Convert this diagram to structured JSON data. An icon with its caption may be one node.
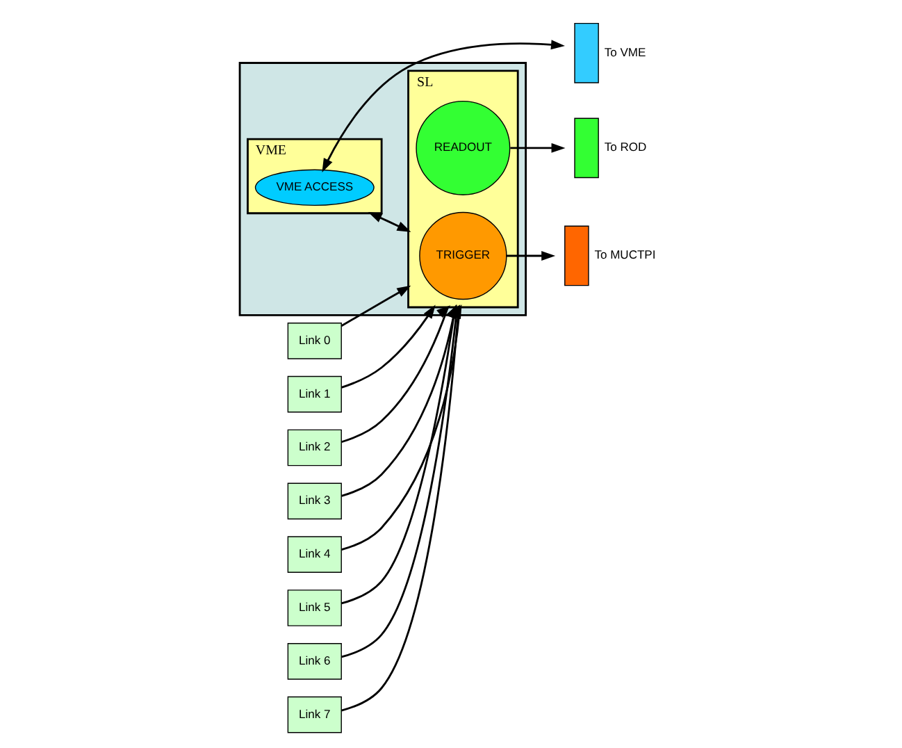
{
  "diagram": {
    "nodes": [
      {
        "text": [],
        "shape": "box"
      },
      {
        "text": [
          "VME"
        ],
        "in": 0
      },
      {
        "text": [
          "VME ACCESS"
        ],
        "in": 1
      },
      {
        "text": [
          "SL"
        ],
        "in": 0
      },
      {
        "text": [
          "READOUT"
        ],
        "in": 3
      },
      {
        "text": [
          "TRIGGER"
        ],
        "in": 3
      },
      {
        "text": [
          "Link 0"
        ]
      },
      {
        "text": [
          "Link 1"
        ]
      },
      {
        "text": [
          "Link 2"
        ]
      },
      {
        "text": [
          "Link 3"
        ]
      },
      {
        "text": [
          "Link 4"
        ]
      },
      {
        "text": [
          "Link 5"
        ]
      },
      {
        "text": [
          "Link 6"
        ]
      },
      {
        "text": [
          "Link 7"
        ]
      },
      {
        "text": [],
        "shape": "bar",
        "beside": [
          "To VME"
        ]
      },
      {
        "text": [],
        "shape": "bar",
        "beside": [
          "To ROD"
        ]
      },
      {
        "text": [],
        "shape": "bar",
        "beside": [
          "To MUCTPI"
        ]
      }
    ],
    "edges": [
      {
        "from": 6,
        "to": 3,
        "arrow": "to"
      },
      {
        "from": 7,
        "to": 3,
        "arrow": "to"
      },
      {
        "from": 8,
        "to": 3,
        "arrow": "to"
      },
      {
        "from": 9,
        "to": 3,
        "arrow": "to"
      },
      {
        "from": 10,
        "to": 3,
        "arrow": "to"
      },
      {
        "from": 11,
        "to": 3,
        "arrow": "to"
      },
      {
        "from": 12,
        "to": 3,
        "arrow": "to"
      },
      {
        "from": 13,
        "to": 3,
        "arrow": "to"
      },
      {
        "from": 2,
        "to": 14,
        "arrow": "both"
      },
      {
        "from": 1,
        "to": 3,
        "arrow": "both"
      },
      {
        "from": 4,
        "to": 15,
        "arrow": "to"
      },
      {
        "from": 5,
        "to": 16,
        "arrow": "to"
      }
    ]
  }
}
